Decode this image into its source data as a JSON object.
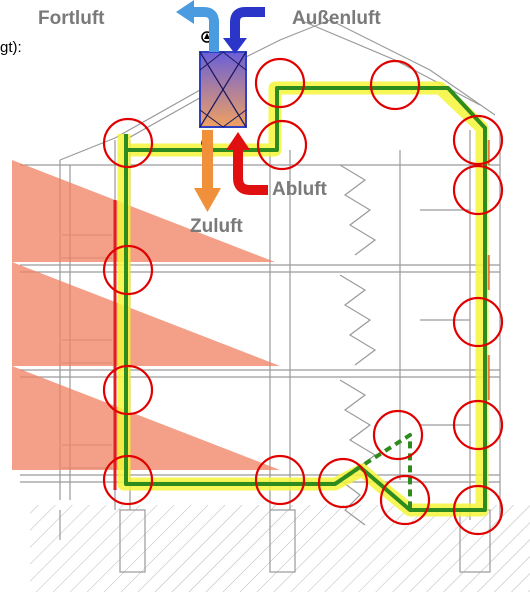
{
  "labels": {
    "fortluft": "Fortluft",
    "aussenluft": "Außenluft",
    "abluft": "Abluft",
    "zuluft": "Zuluft",
    "fragment_left": "gt):"
  },
  "colors": {
    "insulation_line": "#2e8b1e",
    "airtight_band": "#f5f53a",
    "thermal_bridge_circle": "#e00000",
    "fortluft_arrow": "#4a9be0",
    "aussenluft_arrow": "#2b35c8",
    "abluft_arrow": "#e01010",
    "zuluft_arrow": "#f0903a",
    "sun_wedge": "#f08060",
    "building_lines": "#9a9a9a"
  },
  "icons": [
    "heat-exchanger-icon",
    "fortluft-arrow-icon",
    "aussenluft-arrow-icon",
    "abluft-arrow-icon",
    "zuluft-arrow-icon"
  ]
}
